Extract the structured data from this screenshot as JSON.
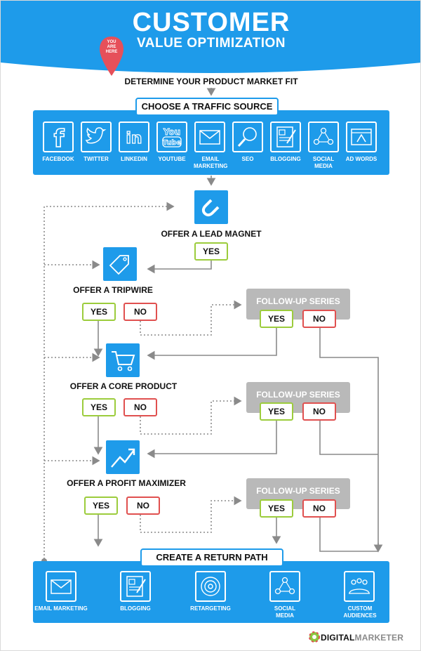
{
  "header": {
    "title_line1": "CUSTOMER",
    "title_line2": "VALUE OPTIMIZATION",
    "pin_text": [
      "YOU",
      "ARE",
      "HERE"
    ]
  },
  "step_determine": "DETERMINE YOUR PRODUCT MARKET FIT",
  "traffic": {
    "heading": "CHOOSE A TRAFFIC SOURCE",
    "sources": [
      {
        "label": "FACEBOOK",
        "icon": "facebook-icon"
      },
      {
        "label": "TWITTER",
        "icon": "twitter-icon"
      },
      {
        "label": "LINKEDIN",
        "icon": "linkedin-icon"
      },
      {
        "label": "YOUTUBE",
        "icon": "youtube-icon"
      },
      {
        "label": "EMAIL MARKETING",
        "icon": "email-icon"
      },
      {
        "label": "SEO",
        "icon": "magnifier-icon"
      },
      {
        "label": "BLOGGING",
        "icon": "blogging-icon"
      },
      {
        "label": "SOCIAL MEDIA",
        "icon": "social-media-icon"
      },
      {
        "label": "AD WORDS",
        "icon": "adwords-icon"
      }
    ],
    "icon_text": {
      "linkedin": "in",
      "youtube_top": "You",
      "youtube_bottom": "Tube"
    }
  },
  "stages": {
    "lead_magnet": {
      "label": "OFFER A LEAD MAGNET",
      "icon": "magnet-icon",
      "yes": "YES"
    },
    "tripwire": {
      "label": "OFFER A TRIPWIRE",
      "icon": "tag-icon",
      "yes": "YES",
      "no": "NO"
    },
    "core_product": {
      "label": "OFFER A CORE PRODUCT",
      "icon": "cart-icon",
      "yes": "YES",
      "no": "NO"
    },
    "profit_maximizer": {
      "label": "OFFER A PROFIT MAXIMIZER",
      "icon": "trend-up-icon",
      "yes": "YES",
      "no": "NO"
    }
  },
  "followups": [
    {
      "label": "FOLLOW-UP SERIES",
      "yes": "YES",
      "no": "NO"
    },
    {
      "label": "FOLLOW-UP SERIES",
      "yes": "YES",
      "no": "NO"
    },
    {
      "label": "FOLLOW-UP SERIES",
      "yes": "YES",
      "no": "NO"
    }
  ],
  "return_path": {
    "heading": "CREATE A RETURN PATH",
    "items": [
      {
        "label": "EMAIL MARKETING",
        "icon": "email-icon"
      },
      {
        "label": "BLOGGING",
        "icon": "blogging-icon"
      },
      {
        "label": "RETARGETING",
        "icon": "target-icon"
      },
      {
        "label": "SOCIAL MEDIA",
        "icon": "social-media-icon"
      },
      {
        "label": "CUSTOM AUDIENCES",
        "icon": "audience-icon"
      }
    ]
  },
  "brand": {
    "digital": "DIGITAL",
    "marketer": "MARKETER"
  },
  "colors": {
    "blue": "#1e9bea",
    "yes_green": "#9ccc3c",
    "no_red": "#e0504f",
    "followup_gray": "#b9b9b9",
    "pin_red": "#e6505a"
  }
}
